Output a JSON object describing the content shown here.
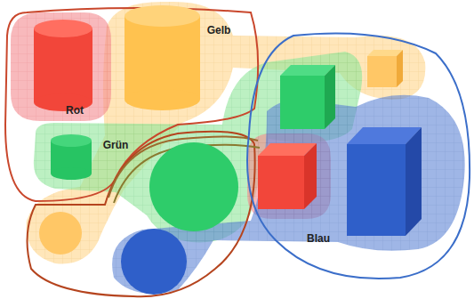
{
  "diagram": {
    "labels": [
      "Gelb",
      "Rot",
      "Grün",
      "Blau"
    ]
  }
}
